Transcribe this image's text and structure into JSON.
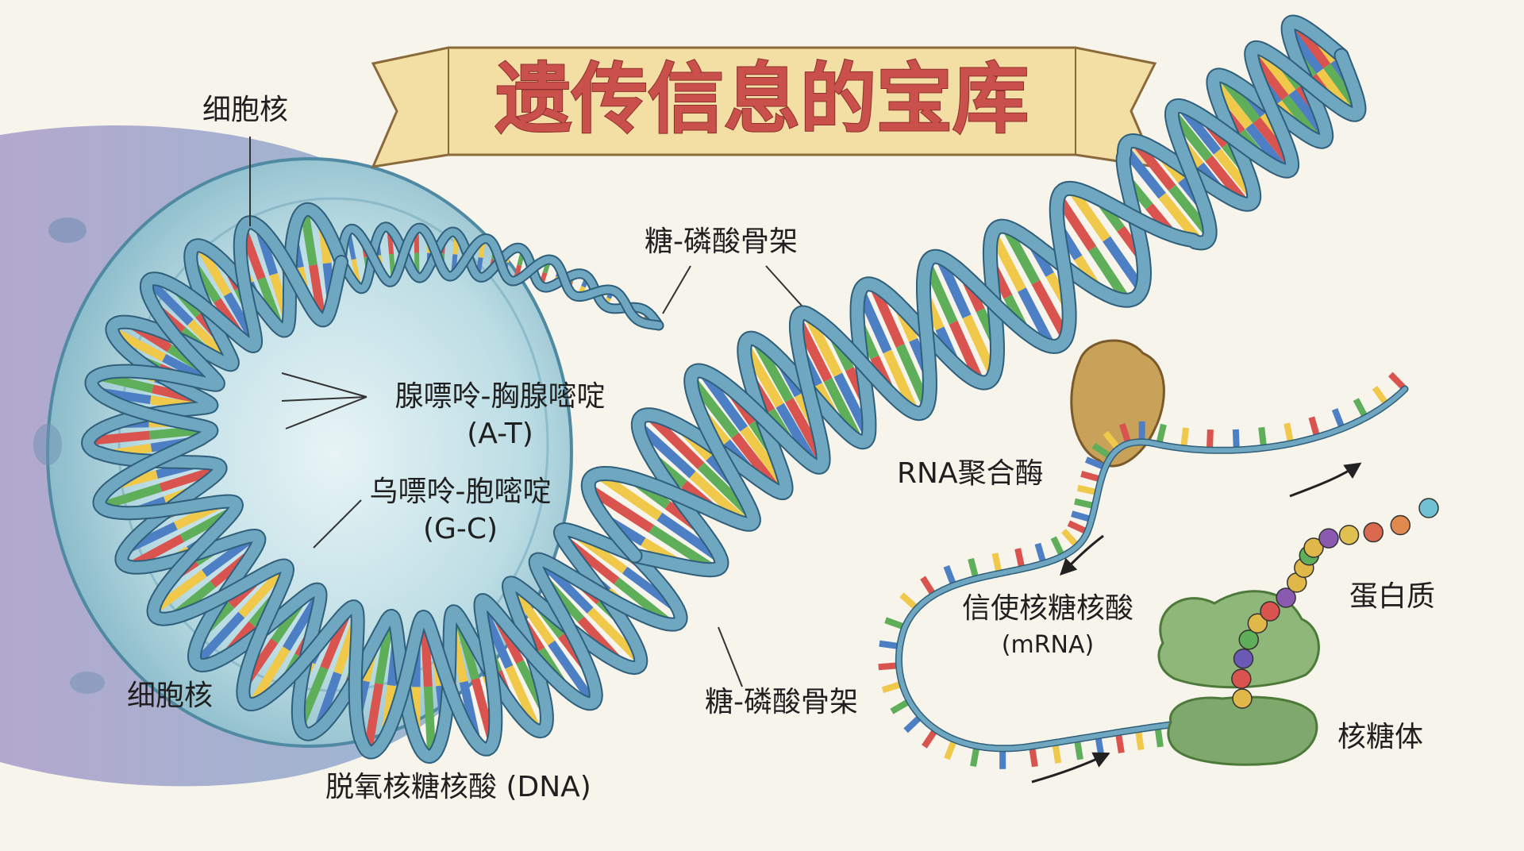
{
  "title": "遗传信息的宝库",
  "labels": {
    "nucleus_top": "细胞核",
    "nucleus_bottom": "细胞核",
    "backbone_top": "糖-磷酸骨架",
    "backbone_bottom": "糖-磷酸骨架",
    "at_pair": "腺嘌呤-胸腺嘧啶",
    "at_abbr": "(A-T)",
    "gc_pair": "乌嘌呤-胞嘧啶",
    "gc_abbr": "(G-C)",
    "rna_polymerase": "RNA聚合酶",
    "mrna": "信使核糖核酸",
    "mrna_abbr": "(mRNA)",
    "protein": "蛋白质",
    "ribosome": "核糖体",
    "dna": "脱氧核糖核酸 (DNA)"
  },
  "colors": {
    "background": "#f7f4ec",
    "helix_strand": "#6fa6c0",
    "helix_edge": "#2f5f7a",
    "base_red": "#d9534f",
    "base_yellow": "#f0c84a",
    "base_green": "#5fae5a",
    "base_blue": "#4d7fc4",
    "nucleus": "#8fc0cf",
    "nucleus_outer": "#a99bc8",
    "polymerase": "#c9a25a",
    "ribosome": "#8fb77a",
    "title_text": "#c9504b",
    "banner": "#f3dfa4"
  },
  "icons": [
    "arrow-icon"
  ]
}
